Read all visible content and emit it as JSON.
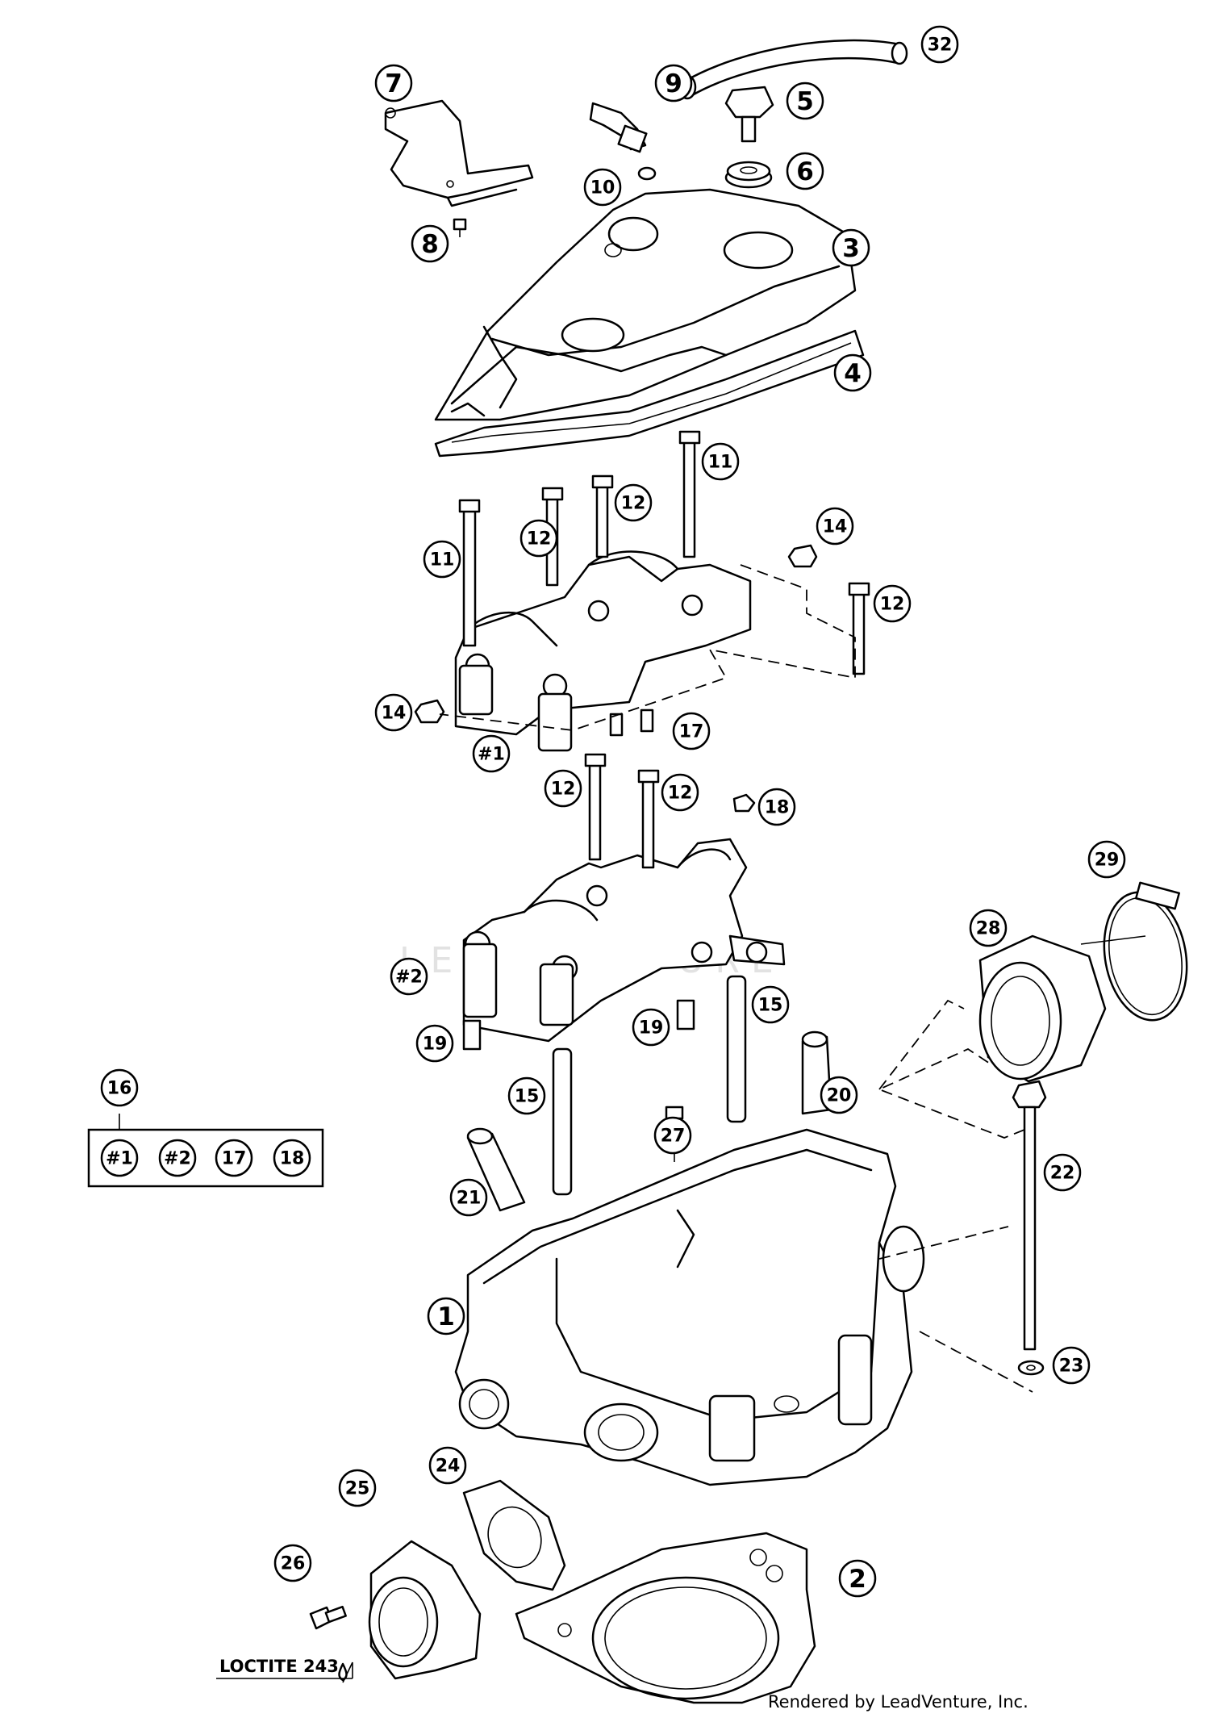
{
  "callouts": [
    {
      "label": "32"
    },
    {
      "label": "7"
    },
    {
      "label": "9"
    },
    {
      "label": "5"
    },
    {
      "label": "6"
    },
    {
      "label": "10"
    },
    {
      "label": "8"
    },
    {
      "label": "3"
    },
    {
      "label": "4"
    },
    {
      "label": "11"
    },
    {
      "label": "12"
    },
    {
      "label": "12"
    },
    {
      "label": "11"
    },
    {
      "label": "14"
    },
    {
      "label": "12"
    },
    {
      "label": "14"
    },
    {
      "label": "17"
    },
    {
      "label": "#1"
    },
    {
      "label": "12"
    },
    {
      "label": "12"
    },
    {
      "label": "18"
    },
    {
      "label": "29"
    },
    {
      "label": "28"
    },
    {
      "label": "#2"
    },
    {
      "label": "15"
    },
    {
      "label": "19"
    },
    {
      "label": "19"
    },
    {
      "label": "15"
    },
    {
      "label": "20"
    },
    {
      "label": "16"
    },
    {
      "label": "27"
    },
    {
      "label": "21"
    },
    {
      "label": "22"
    },
    {
      "label": "1"
    },
    {
      "label": "23"
    },
    {
      "label": "24"
    },
    {
      "label": "25"
    },
    {
      "label": "26"
    },
    {
      "label": "2"
    }
  ],
  "kit_box": {
    "items": [
      {
        "label": "#1"
      },
      {
        "label": "#2"
      },
      {
        "label": "17"
      },
      {
        "label": "18"
      }
    ]
  },
  "note": "LOCTITE 243",
  "credit": "Rendered by LeadVenture, Inc.",
  "watermark": "LEADVENTURE"
}
